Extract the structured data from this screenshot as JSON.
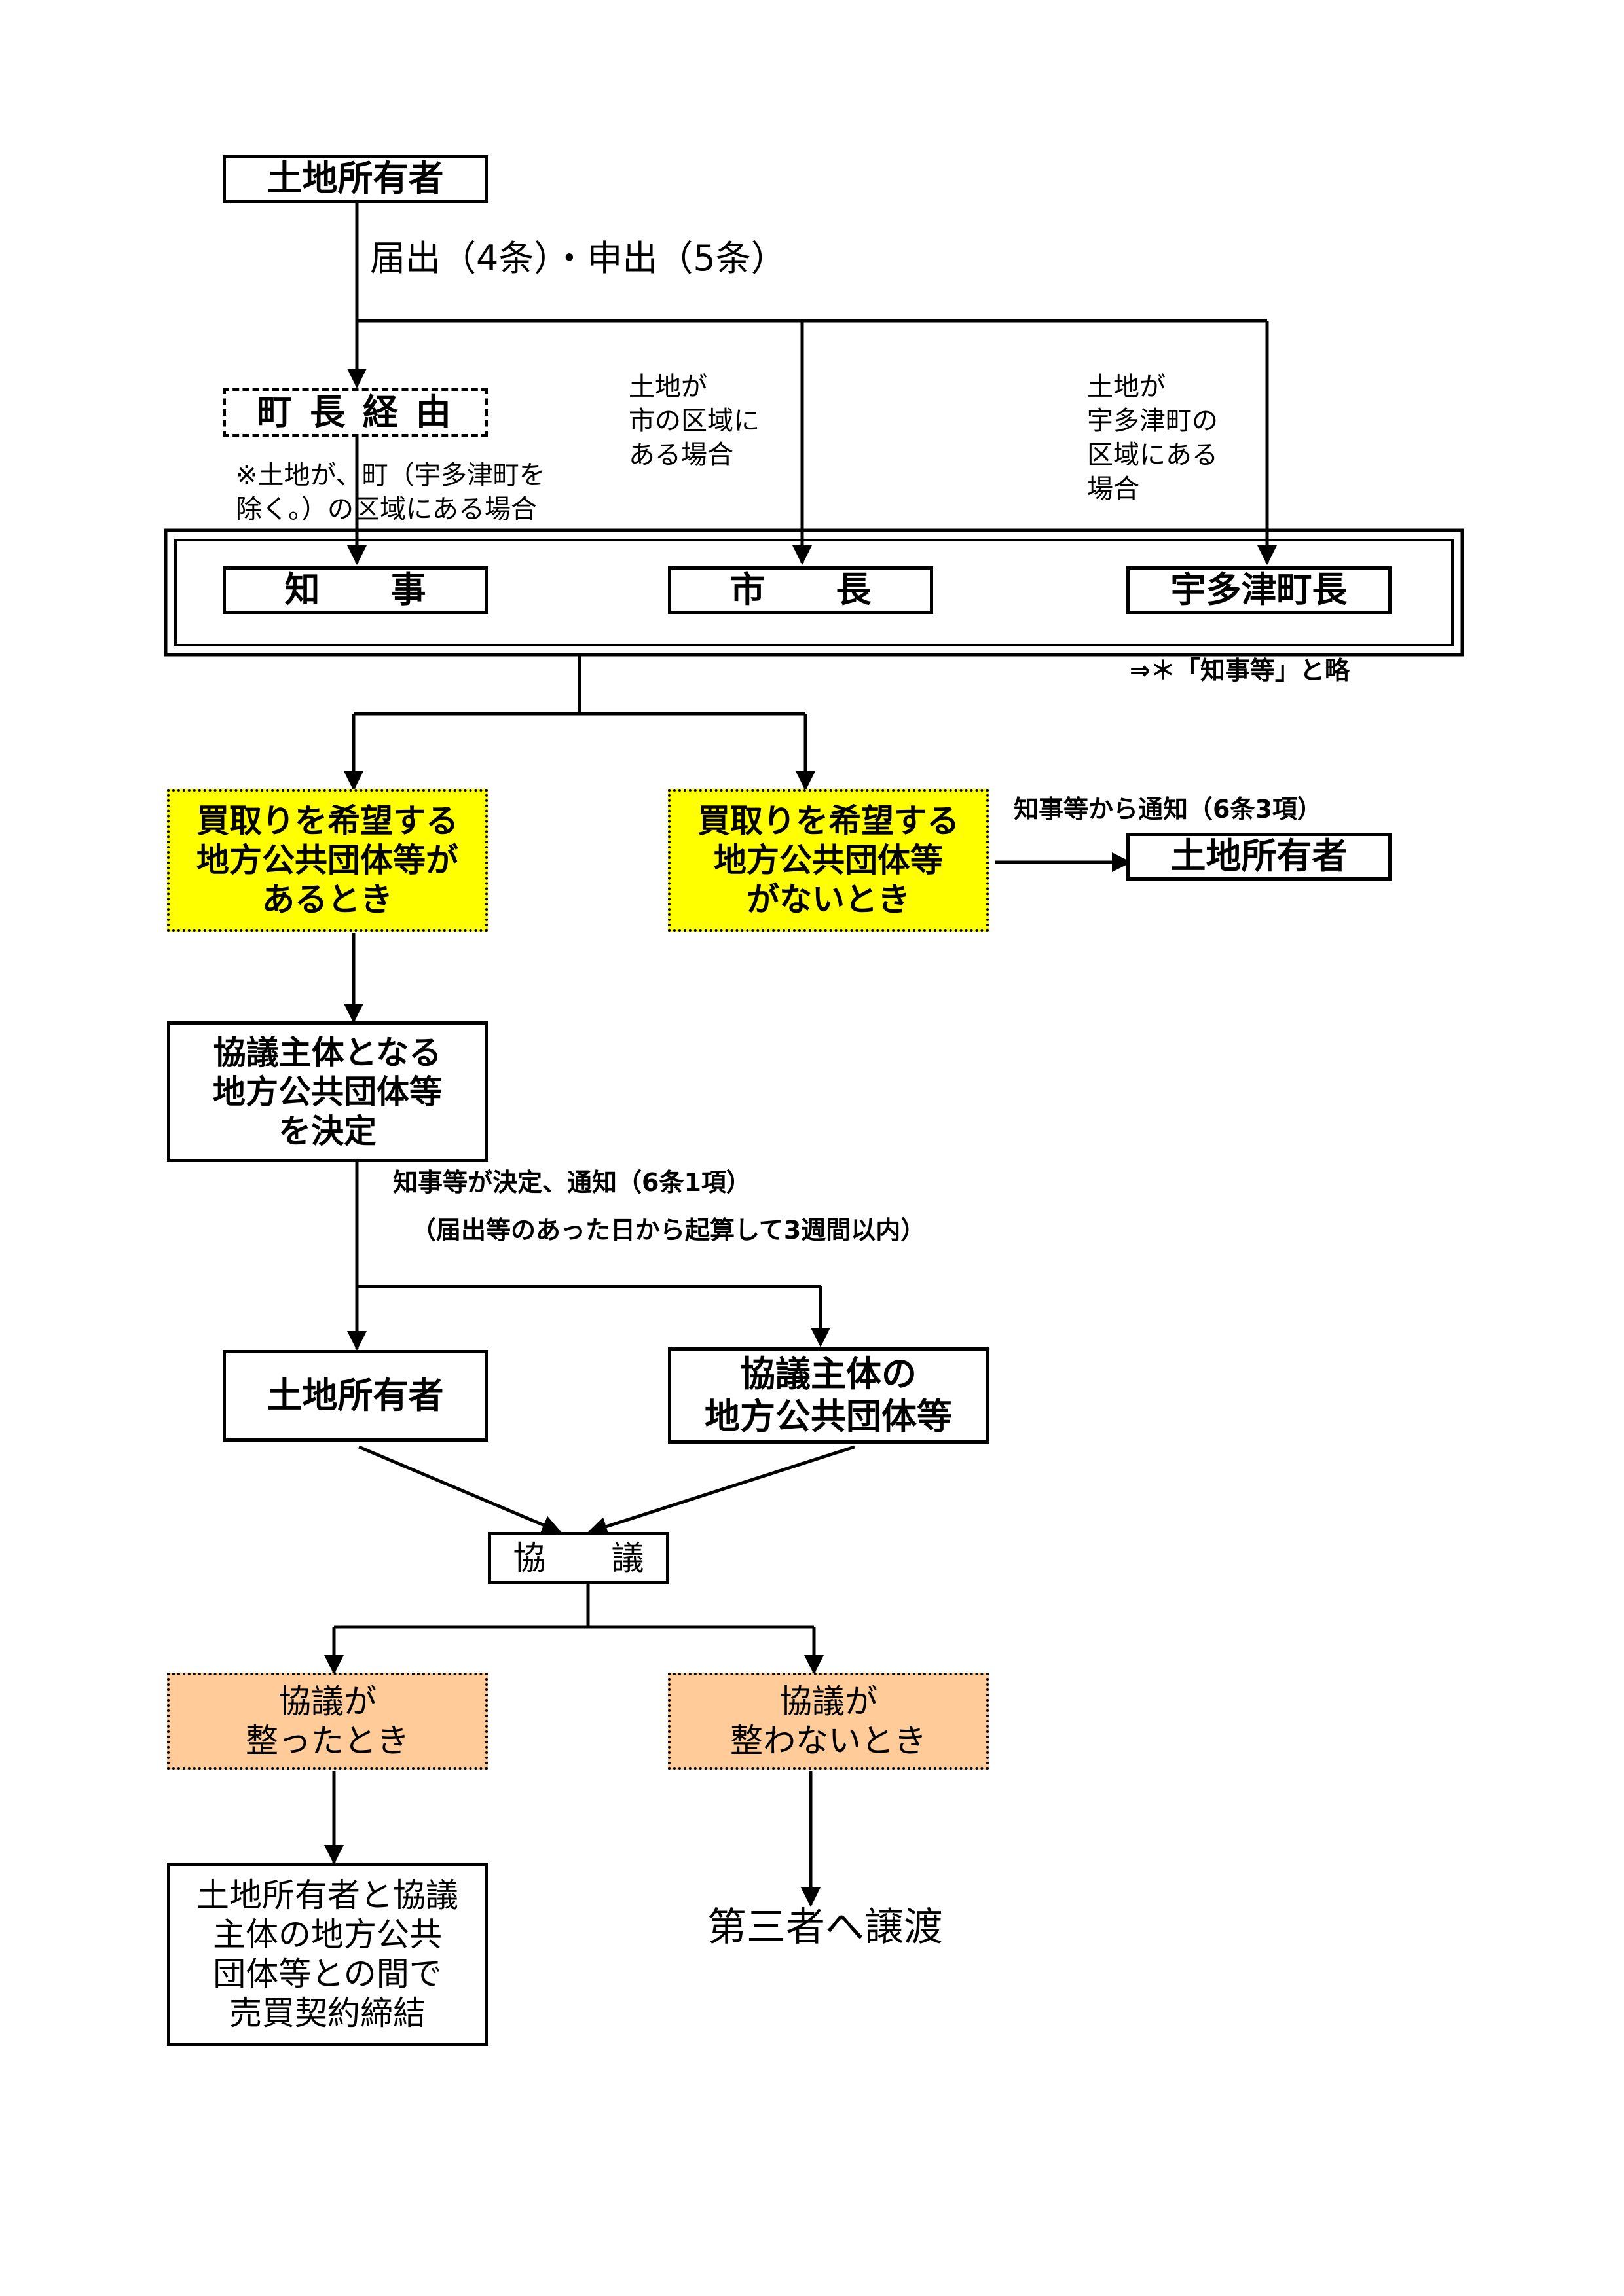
{
  "nodes": {
    "owner_top": "土地所有者",
    "via_mayor": "町 長 経 由",
    "governor": "知　　事",
    "city_mayor": "市　　長",
    "utatsu_mayor": "宇多津町長",
    "buyer_exists": "買取りを希望する\n地方公共団体等が\nあるとき",
    "buyer_none": "買取りを希望する\n地方公共団体等\nがないとき",
    "owner_notified": "土地所有者",
    "decide_body": "協議主体となる\n地方公共団体等\nを決定",
    "owner_mid": "土地所有者",
    "consult_body": "協議主体の\n地方公共団体等",
    "consultation": "協　　議",
    "agreed": "協議が\n整ったとき",
    "not_agreed": "協議が\n整わないとき",
    "contract": "土地所有者と協議\n主体の地方公共\n団体等との間で\n売買契約締結",
    "third_party": "第三者へ譲渡"
  },
  "labels": {
    "notification": "届出（4条）・申出（5条）",
    "note_town": "※土地が、町（宇多津町を\n除く。）の区域にある場合",
    "cond_city": "土地が\n市の区域に\nある場合",
    "cond_utatsu": "土地が\n宇多津町の\n区域にある\n場合",
    "abbrev": "⇒＊「知事等」と略",
    "notice_63": "知事等から通知（6条3項）",
    "notice_61": "知事等が決定、通知（6条1項）",
    "period": "（届出等のあった日から起算して3週間以内）"
  },
  "colors": {
    "highlight_yellow": "#ffff00",
    "highlight_peach": "#ffcc99",
    "line": "#000000"
  }
}
